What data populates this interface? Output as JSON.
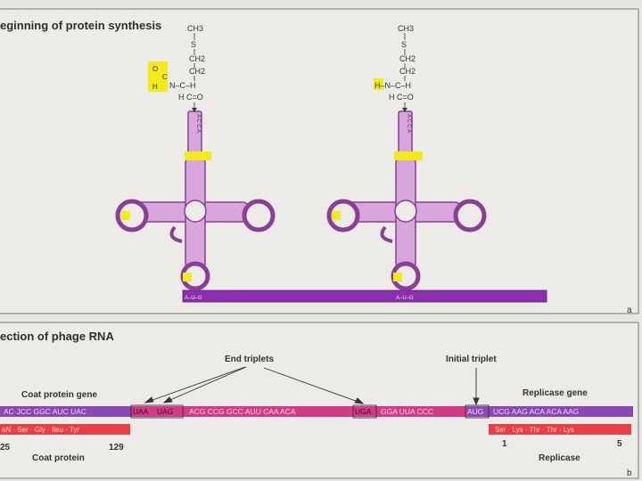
{
  "panel_a": {
    "title": "eginning of protein synthesis",
    "panel_label": "a",
    "left_molecule": {
      "ch3": "CH3",
      "s": "S",
      "ch2_1": "CH2",
      "ch2_2": "CH2",
      "n_c_h": "N–C–H",
      "h_c_o": "H  C=O",
      "formyl_o": "O",
      "formyl_c": "C",
      "formyl_h": "H",
      "acceptor_stem": "A C C A",
      "anticodon": "A–U–G"
    },
    "right_molecule": {
      "ch3": "CH3",
      "s": "S",
      "ch2_1": "CH2",
      "ch2_2": "CH2",
      "n_c_h": "H–N–C–H",
      "h_c_o": "H  C=O",
      "acceptor_stem": "A C C A",
      "anticodon": "A–U–G"
    }
  },
  "panel_b": {
    "title": "ection of  phage RNA",
    "panel_label": "b",
    "end_triplets_label": "End triplets",
    "initial_triplet_label": "Initial triplet",
    "coat_gene_label": "Coat protein gene",
    "replicase_gene_label": "Replicase gene",
    "rna_left": "AC·JCC GGC AUC UAC",
    "stop1": "UAA",
    "stop2": "UAG",
    "rna_mid": "ACG CCG GCC AUU CAA ACA",
    "stop3": "UGA",
    "rna_mid2": "GGA UUA CCC",
    "start": "AUG",
    "rna_right": "UCG AAG ACA ACA AAG",
    "coat_protein_aa": "aN · Ser · Gly · Ileu · Tyr",
    "replicase_aa": "Ser · Lys · Thr · Thr · Lys",
    "num_125": "25",
    "num_129": "129",
    "num_1": "1",
    "num_5": "5",
    "coat_protein_label": "Coat protein",
    "replicase_label": "Replicase"
  },
  "colors": {
    "trna_fill": "#d9a6dc",
    "trna_stroke": "#8a3e96",
    "mrna_bar": "#8c2fae",
    "highlight": "#f2ea1a",
    "rna_purple": "#8a48b7",
    "rna_pink": "#d23b86",
    "protein_red": "#e63f46"
  }
}
